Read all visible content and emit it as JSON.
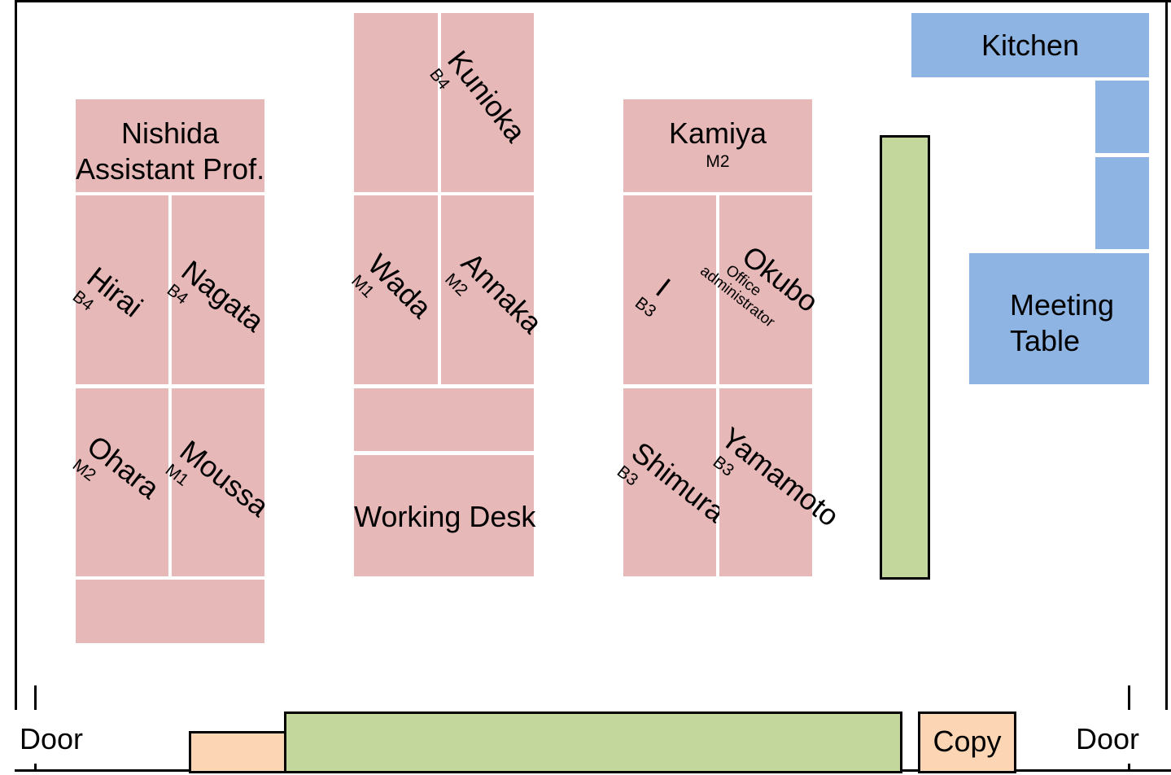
{
  "assistant": {
    "name": "Nishida",
    "title": "Assistant Prof."
  },
  "desks": {
    "hirai": {
      "name": "Hirai",
      "grade": "B4"
    },
    "nagata": {
      "name": "Nagata",
      "grade": "B4"
    },
    "ohara": {
      "name": "Ohara",
      "grade": "M2"
    },
    "moussa": {
      "name": "Moussa",
      "grade": "M1"
    },
    "kunioka": {
      "name": "Kunioka",
      "grade": "B4"
    },
    "wada": {
      "name": "Wada",
      "grade": "M1"
    },
    "annaka": {
      "name": "Annaka",
      "grade": "M2"
    },
    "kamiya": {
      "name": "Kamiya",
      "grade": "M2"
    },
    "i": {
      "name": "I",
      "grade": "B3"
    },
    "okubo": {
      "name": "Okubo",
      "role_line1": "Office",
      "role_line2": "administrator"
    },
    "shimura": {
      "name": "Shimura",
      "grade": "B3"
    },
    "yamamoto": {
      "name": "Yamamoto",
      "grade": "B3"
    }
  },
  "working_desk": "Working Desk",
  "kitchen": "Kitchen",
  "meeting_table": {
    "line1": "Meeting",
    "line2": "Table"
  },
  "copy": "Copy",
  "door_left": "Door",
  "door_right": "Door"
}
